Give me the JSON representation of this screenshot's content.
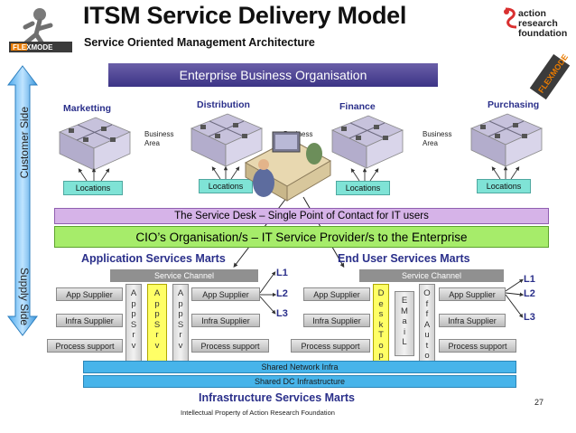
{
  "header": {
    "title": "ITSM Service Delivery Model",
    "subtitle": "Service Oriented Management Architecture"
  },
  "logos": {
    "flexmode": "FLEXMODE",
    "arf": "action\nresearch\nfoundation",
    "side_logo": "FLEXMODE"
  },
  "enterprise_banner": "Enterprise Business Organisation",
  "side_arrow": {
    "customer": "Customer Side",
    "supply": "Supply Side"
  },
  "departments": [
    {
      "name": "Marketting",
      "locations": "Locations"
    },
    {
      "name": "Distribution",
      "locations": "Locations"
    },
    {
      "name": "Finance",
      "locations": "Locations"
    },
    {
      "name": "Purchasing",
      "locations": "Locations"
    }
  ],
  "business_area": "Business\nArea",
  "service_desk": "The Service Desk – Single Point of Contact for IT users",
  "cio_org": "CIO’s Organisation/s – IT Service Provider/s to the Enterprise",
  "application_marts": {
    "title": "Application Services Marts",
    "service_channel": "Service Channel",
    "app_supplier_left": "App Supplier",
    "infra_supplier_left": "Infra Supplier",
    "process_support_left": "Process support",
    "app_supplier_right": "App Supplier",
    "infra_supplier_right": "Infra Supplier",
    "process_support_right": "Process support",
    "columns": [
      "A\np\np\nS\nr\nv",
      "A\np\np\nS\nr\nv",
      "A\np\np\nS\nr\nv"
    ],
    "levels": [
      "L1",
      "L2",
      "L3"
    ]
  },
  "end_user_marts": {
    "title": "End User Services Marts",
    "service_channel": "Service Channel",
    "app_supplier_left": "App Supplier",
    "infra_supplier_left": "Infra Supplier",
    "process_support_left": "Process support",
    "app_supplier_right": "App Supplier",
    "infra_supplier_right": "Infra Supplier",
    "process_support_right": "Process support",
    "columns": [
      "D\ne\ns\nk\nT\no\np",
      "E\nM\na\ni\nL",
      "O\nf\nf\nA\nu\nt\no"
    ],
    "levels": [
      "L1",
      "L2",
      "L3"
    ]
  },
  "shared_network": "Shared Network Infra",
  "shared_dc": "Shared DC Infrastructure",
  "infra_marts_title": "Infrastructure Services Marts",
  "footer": "Intellectual Property of Action Research Foundation",
  "page_number": "27"
}
